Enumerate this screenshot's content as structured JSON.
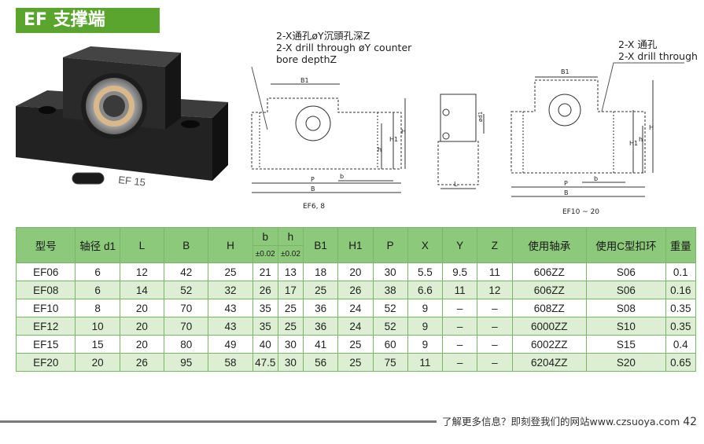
{
  "title": "EF 支撑端",
  "note_left": {
    "line1": "2-X通孔øY沉頭孔深Z",
    "line2": "2-X drill through øY counter",
    "line3": "bore depthZ"
  },
  "note_right": {
    "line1": "2-X 通孔",
    "line2": "2-X drill through"
  },
  "photo": {
    "marking": "EF 15"
  },
  "diagram1": {
    "caption": "EF6, 8",
    "labels": {
      "b1": "B1",
      "p": "P",
      "b": "B",
      "h_small": "b",
      "h": "h",
      "h1": "H1",
      "H": "H"
    }
  },
  "diagram2": {
    "labels": {
      "d1": "ød1",
      "l": "L"
    }
  },
  "diagram3": {
    "caption": "EF10 ~ 20",
    "labels": {
      "b1": "B1",
      "p": "P",
      "b": "B",
      "h_small": "b",
      "h": "h",
      "h1": "H1",
      "H": "H"
    }
  },
  "table": {
    "headers": {
      "model": "型号",
      "d1": "轴径 d1",
      "L": "L",
      "B": "B",
      "H": "H",
      "b": "b",
      "h": "h",
      "b_tol": "±0.02",
      "h_tol": "±0.02",
      "B1": "B1",
      "H1": "H1",
      "P": "P",
      "X": "X",
      "Y": "Y",
      "Z": "Z",
      "bearing": "使用轴承",
      "snap_ring": "使用C型扣环",
      "weight": "重量"
    },
    "rows": [
      [
        "EF06",
        "6",
        "12",
        "42",
        "25",
        "21",
        "13",
        "18",
        "20",
        "30",
        "5.5",
        "9.5",
        "11",
        "606ZZ",
        "S06",
        "0.1"
      ],
      [
        "EF08",
        "6",
        "14",
        "52",
        "32",
        "26",
        "17",
        "25",
        "26",
        "38",
        "6.6",
        "11",
        "12",
        "606ZZ",
        "S06",
        "0.16"
      ],
      [
        "EF10",
        "8",
        "20",
        "70",
        "43",
        "35",
        "25",
        "36",
        "24",
        "52",
        "9",
        "–",
        "–",
        "608ZZ",
        "S08",
        "0.35"
      ],
      [
        "EF12",
        "10",
        "20",
        "70",
        "43",
        "35",
        "25",
        "36",
        "24",
        "52",
        "9",
        "–",
        "–",
        "6000ZZ",
        "S10",
        "0.35"
      ],
      [
        "EF15",
        "15",
        "20",
        "80",
        "49",
        "40",
        "30",
        "41",
        "25",
        "60",
        "9",
        "–",
        "–",
        "6002ZZ",
        "S15",
        "0.4"
      ],
      [
        "EF20",
        "20",
        "26",
        "95",
        "58",
        "47.5",
        "30",
        "56",
        "25",
        "75",
        "11",
        "–",
        "–",
        "6204ZZ",
        "S20",
        "0.65"
      ]
    ]
  },
  "footer": {
    "text": "了解更多信息？即刻登我们的网站www.czsuoya.com",
    "page": "42"
  },
  "colors": {
    "title_bg": "#5aa52e",
    "header_bg": "#8cc97a",
    "row_alt": "#dcefd2",
    "grid": "#7ab56a"
  }
}
